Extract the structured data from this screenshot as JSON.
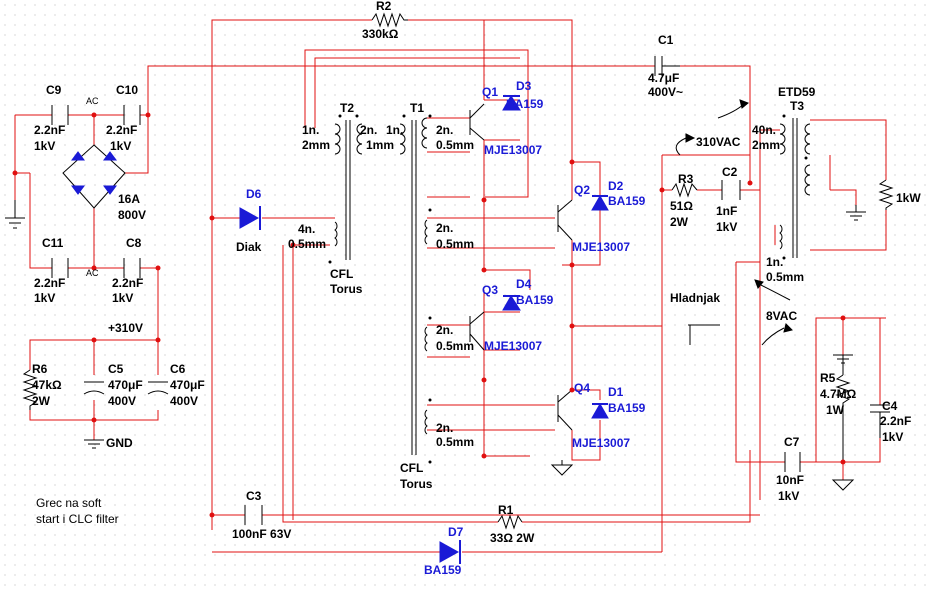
{
  "labels": {
    "r2": "R2",
    "r2_val": "330kΩ",
    "c1": "C1",
    "c1_val1": "4.7μF",
    "c1_val2": "400V~",
    "etd": "ETD59",
    "t3": "T3",
    "t2": "T2",
    "t1": "T1",
    "c9": "C9",
    "c9_v1": "2.2nF",
    "c9_v2": "1kV",
    "c10": "C10",
    "c10_v1": "2.2nF",
    "c10_v2": "1kV",
    "ac1": "AC",
    "ac2": "AC",
    "bridge_v1": "16A",
    "bridge_v2": "800V",
    "c11": "C11",
    "c11_v1": "2.2nF",
    "c11_v2": "1kV",
    "c8": "C8",
    "c8_v1": "2.2nF",
    "c8_v2": "1kV",
    "plus310": "+310V",
    "r6": "R6",
    "r6_v1": "47kΩ",
    "r6_v2": "2W",
    "c5": "C5",
    "c5_v1": "470μF",
    "c5_v2": "400V",
    "c6": "C6",
    "c6_v1": "470μF",
    "c6_v2": "400V",
    "gnd": "GND",
    "note1": "Grec na soft",
    "note2": "start i CLC filter",
    "d6": "D6",
    "diak": "Diak",
    "t2p_a": "1n.",
    "t2p_b": "2mm",
    "t2s_a": "2n.",
    "t1p_a": "1n.",
    "t2s_b": "1mm",
    "q1w_a": "2n.",
    "q1w_b": "0.5mm",
    "q2w_a": "2n.",
    "q2w_b": "0.5mm",
    "q3w_a": "2n.",
    "q3w_b": "0.5mm",
    "q4w_a": "2n.",
    "q4w_b": "0.5mm",
    "t2f_a": "4n.",
    "t2f_b": "0.5mm",
    "cfl1_a": "CFL",
    "cfl1_b": "Torus",
    "cfl2_a": "CFL",
    "cfl2_b": "Torus",
    "q1": "Q1",
    "q2": "Q2",
    "q3": "Q3",
    "q4": "Q4",
    "d3": "D3",
    "d2": "D2",
    "d4": "D4",
    "d1": "D1",
    "ba159": "BA159",
    "mje": "MJE13007",
    "v310ac": "310VAC",
    "r3": "R3",
    "r3_v1": "51Ω",
    "r3_v2": "2W",
    "c2": "C2",
    "c2_v1": "1nF",
    "c2_v2": "1kV",
    "t3p_a": "40n.",
    "t3p_b": "2mm",
    "t3s_a": "1n.",
    "t3s_b": "0.5mm",
    "load": "1kW",
    "hladnjak": "Hladnjak",
    "v8ac": "8VAC",
    "r5": "R5",
    "r5_v1": "4.7MΩ",
    "r5_v2": "1W",
    "c4": "C4",
    "c4_v1": "2.2nF",
    "c4_v2": "1kV",
    "c7": "C7",
    "c7_v1": "10nF",
    "c7_v2": "1kV",
    "c3": "C3",
    "c3_v": "100nF 63V",
    "r1": "R1",
    "r1_v": "33Ω 2W",
    "d7": "D7"
  },
  "colors": {
    "wire": "#e01010",
    "component": "#000000",
    "accent": "#1a1ad6",
    "grid": "#b0b0b0"
  }
}
